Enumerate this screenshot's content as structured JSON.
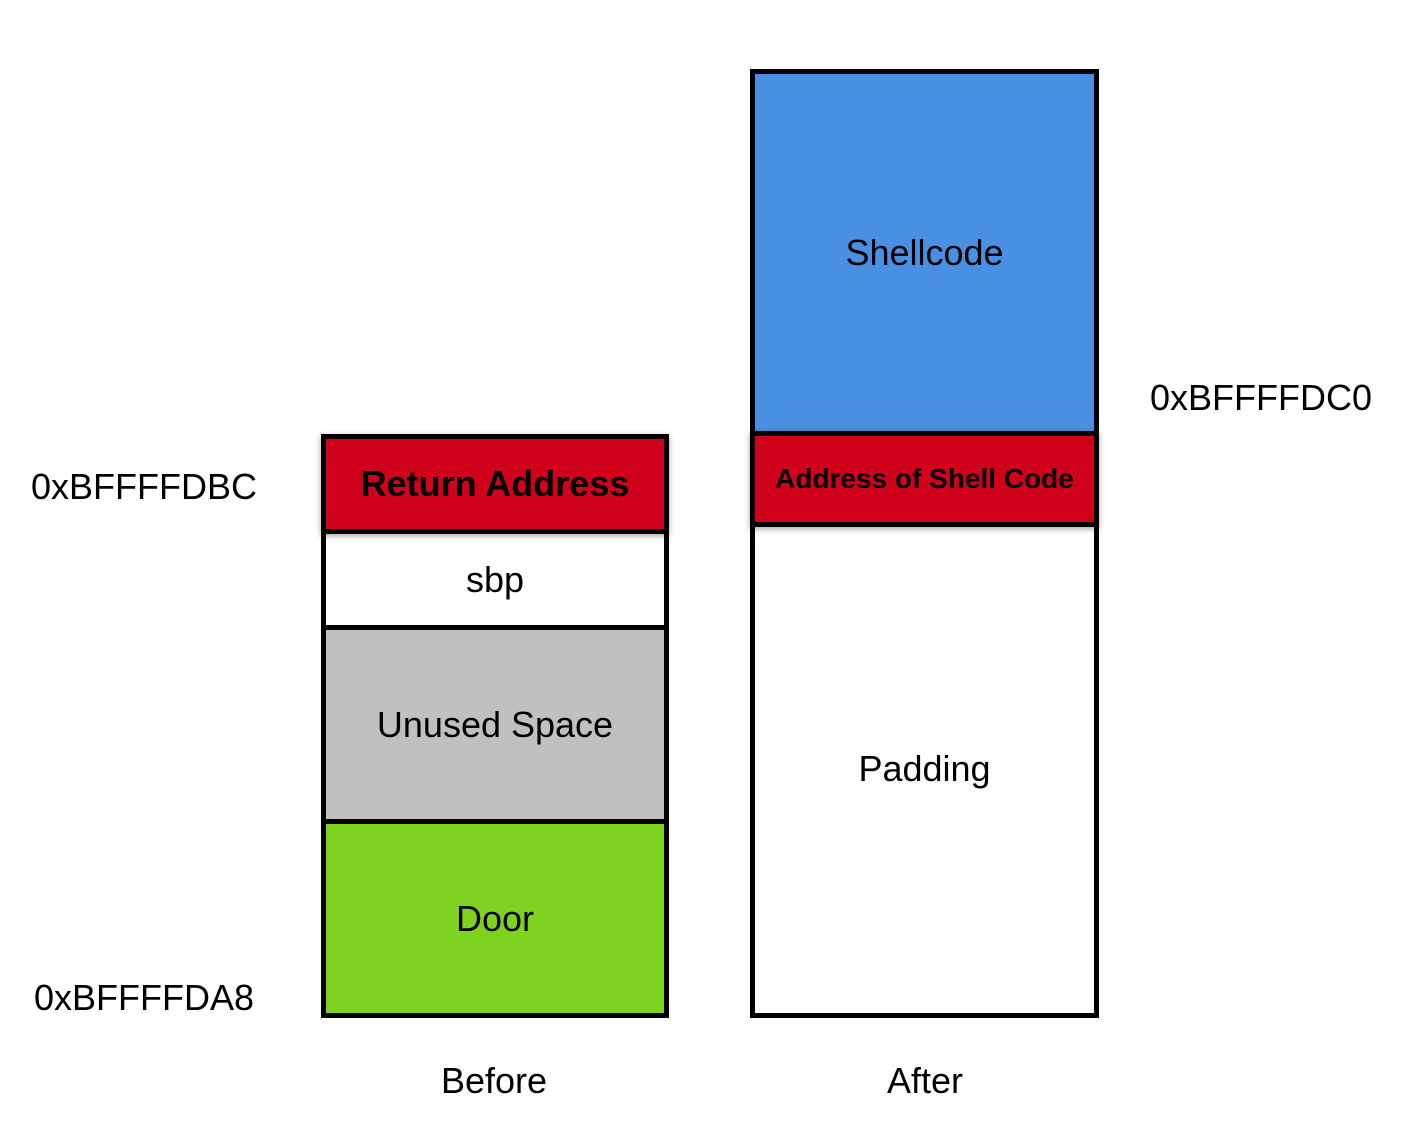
{
  "colors": {
    "return_address": "#d0021b",
    "sbp": "#ffffff",
    "unused_space": "#c0c0c0",
    "door": "#7ed321",
    "shellcode": "#4a90e2",
    "address_of_shell_code": "#d0021b",
    "padding": "#ffffff",
    "border": "#000000"
  },
  "before": {
    "caption": "Before",
    "blocks": {
      "return_address": "Return Address",
      "sbp": "sbp",
      "unused_space": "Unused Space",
      "door": "Door"
    },
    "addresses": {
      "top": "0xBFFFFDBC",
      "bottom": "0xBFFFFDA8"
    }
  },
  "after": {
    "caption": "After",
    "blocks": {
      "shellcode": "Shellcode",
      "address_of_shell_code": "Address of Shell Code",
      "padding": "Padding"
    },
    "addresses": {
      "shellcode_start": "0xBFFFFDC0"
    }
  }
}
